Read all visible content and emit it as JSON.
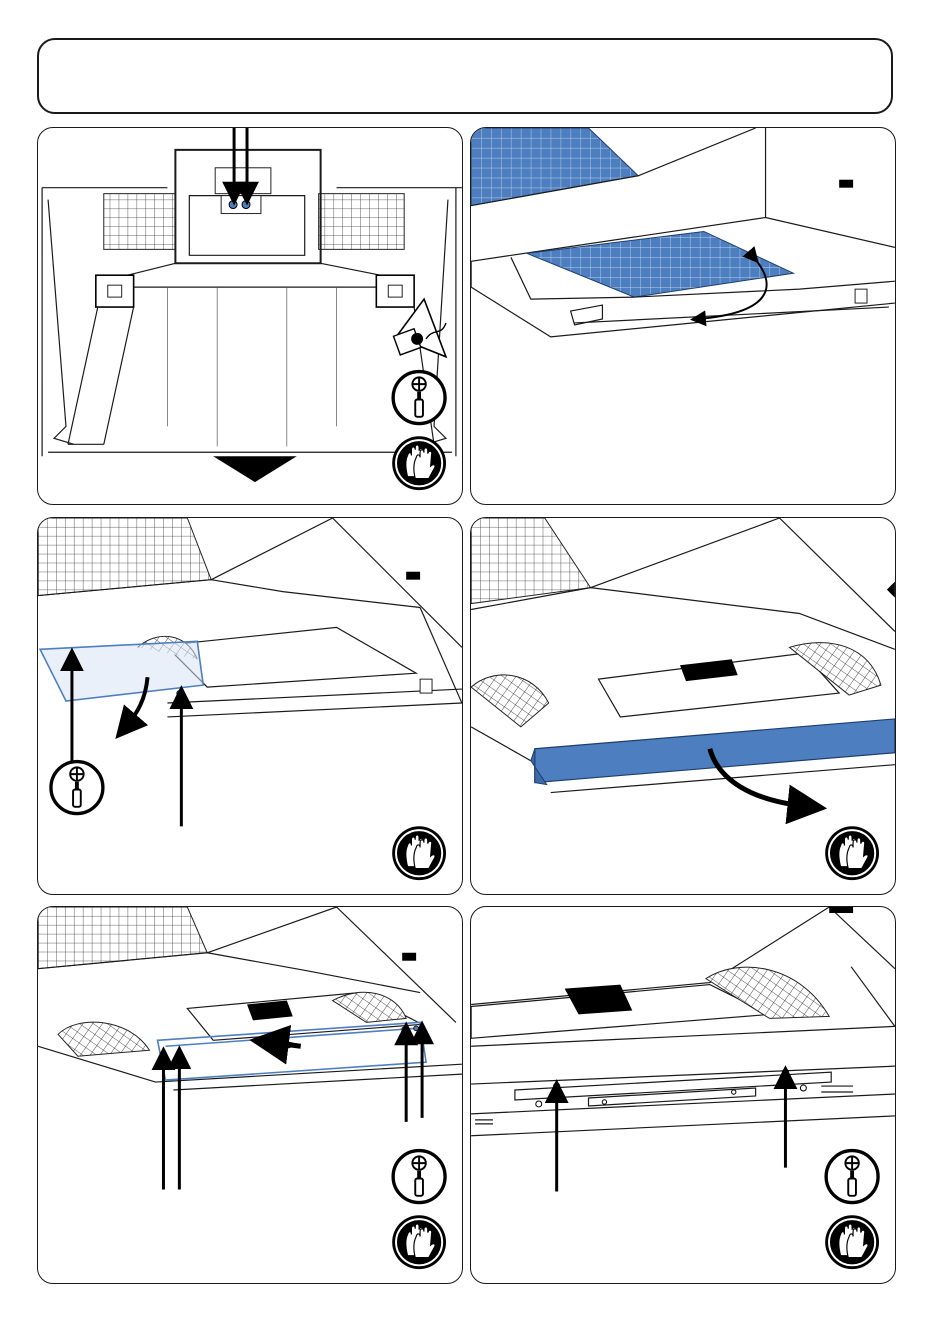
{
  "page": {
    "header_text": ""
  },
  "colors": {
    "accent_blue": "#4d7fc0",
    "line": "#1a1a1a",
    "background": "#ffffff"
  },
  "panels": [
    {
      "id": "step-1",
      "icons": [
        "screwdriver-icon",
        "gloves-icon"
      ]
    },
    {
      "id": "step-2",
      "icons": []
    },
    {
      "id": "step-3",
      "icons": [
        "screwdriver-icon",
        "gloves-icon"
      ]
    },
    {
      "id": "step-4",
      "icons": [
        "gloves-icon"
      ]
    },
    {
      "id": "step-5",
      "icons": [
        "screwdriver-icon",
        "gloves-icon"
      ]
    },
    {
      "id": "step-6",
      "icons": [
        "screwdriver-icon",
        "gloves-icon"
      ]
    }
  ]
}
